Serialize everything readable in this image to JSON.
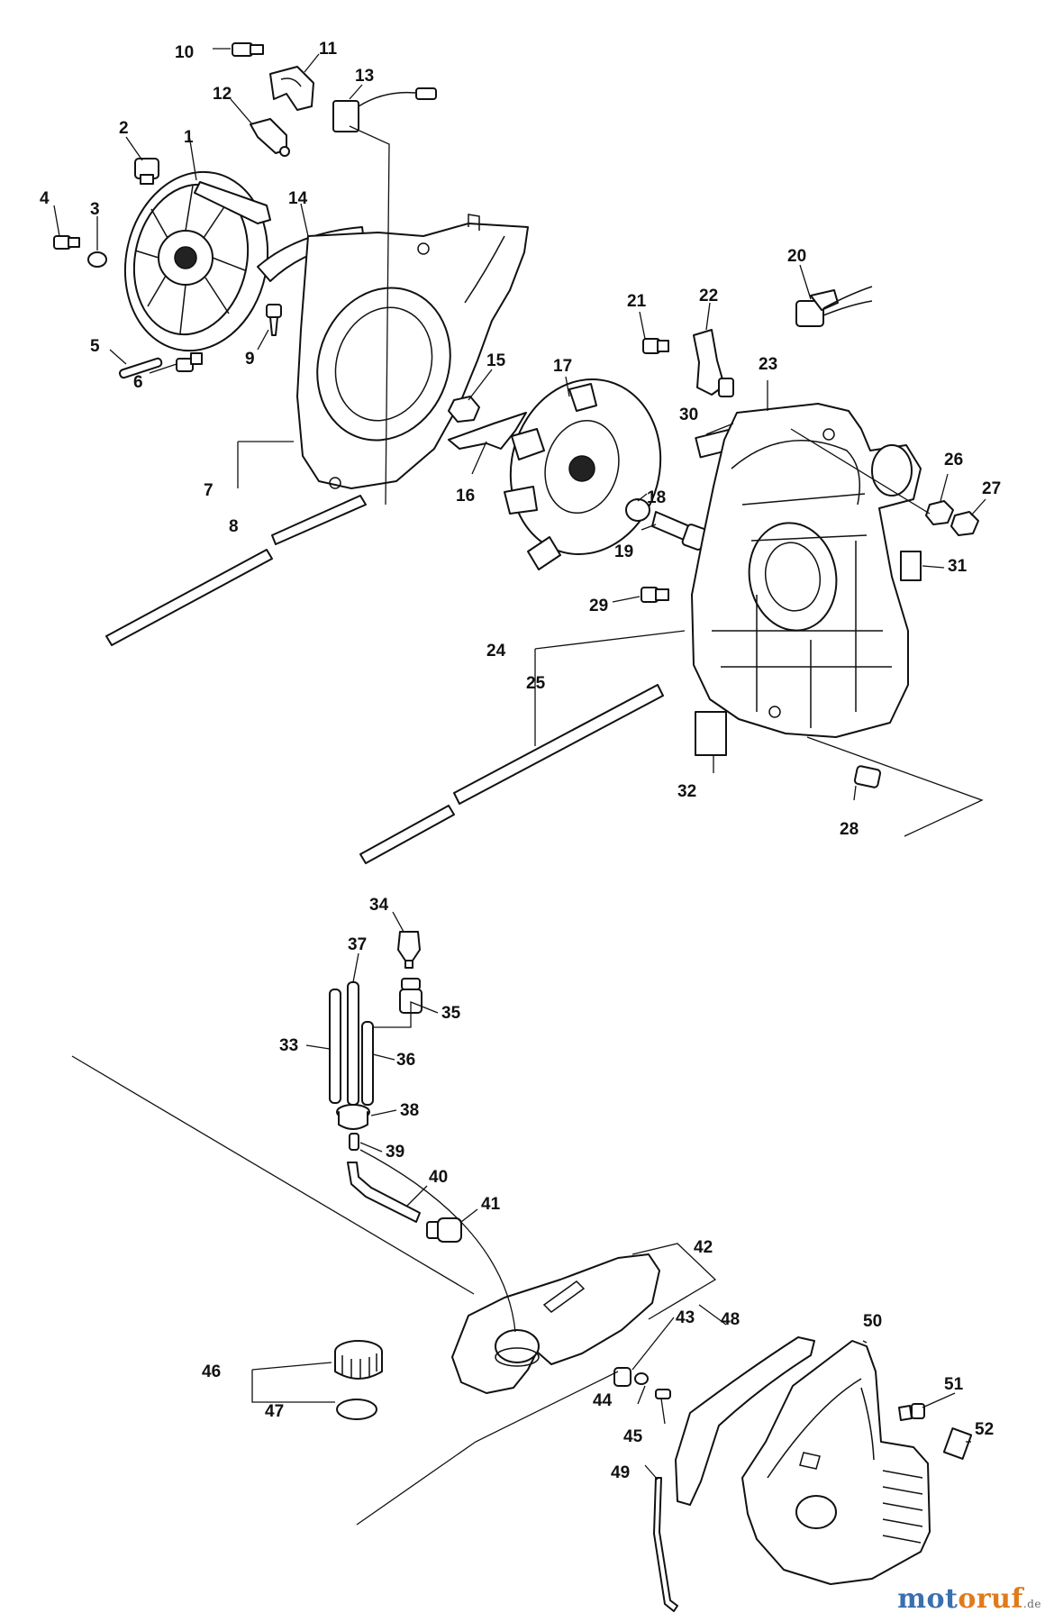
{
  "callouts": {
    "c1": "1",
    "c2": "2",
    "c3": "3",
    "c4": "4",
    "c5": "5",
    "c6": "6",
    "c7": "7",
    "c8": "8",
    "c9": "9",
    "c10": "10",
    "c11": "11",
    "c12": "12",
    "c13": "13",
    "c14": "14",
    "c15": "15",
    "c16": "16",
    "c17": "17",
    "c18": "18",
    "c19": "19",
    "c20": "20",
    "c21": "21",
    "c22": "22",
    "c23": "23",
    "c24": "24",
    "c25": "25",
    "c26": "26",
    "c27": "27",
    "c28": "28",
    "c29": "29",
    "c30": "30",
    "c31": "31",
    "c32": "32",
    "c33": "33",
    "c34": "34",
    "c35": "35",
    "c36": "36",
    "c37": "37",
    "c38": "38",
    "c39": "39",
    "c40": "40",
    "c41": "41",
    "c42": "42",
    "c43": "43",
    "c44": "44",
    "c45": "45",
    "c46": "46",
    "c47": "47",
    "c48": "48",
    "c49": "49",
    "c50": "50",
    "c51": "51",
    "c52": "52"
  },
  "watermark": {
    "brand_a": "mot",
    "brand_b": "oruf",
    "suffix": ".de",
    "color_a": "#3a6fb0",
    "color_b": "#e07b1a"
  }
}
